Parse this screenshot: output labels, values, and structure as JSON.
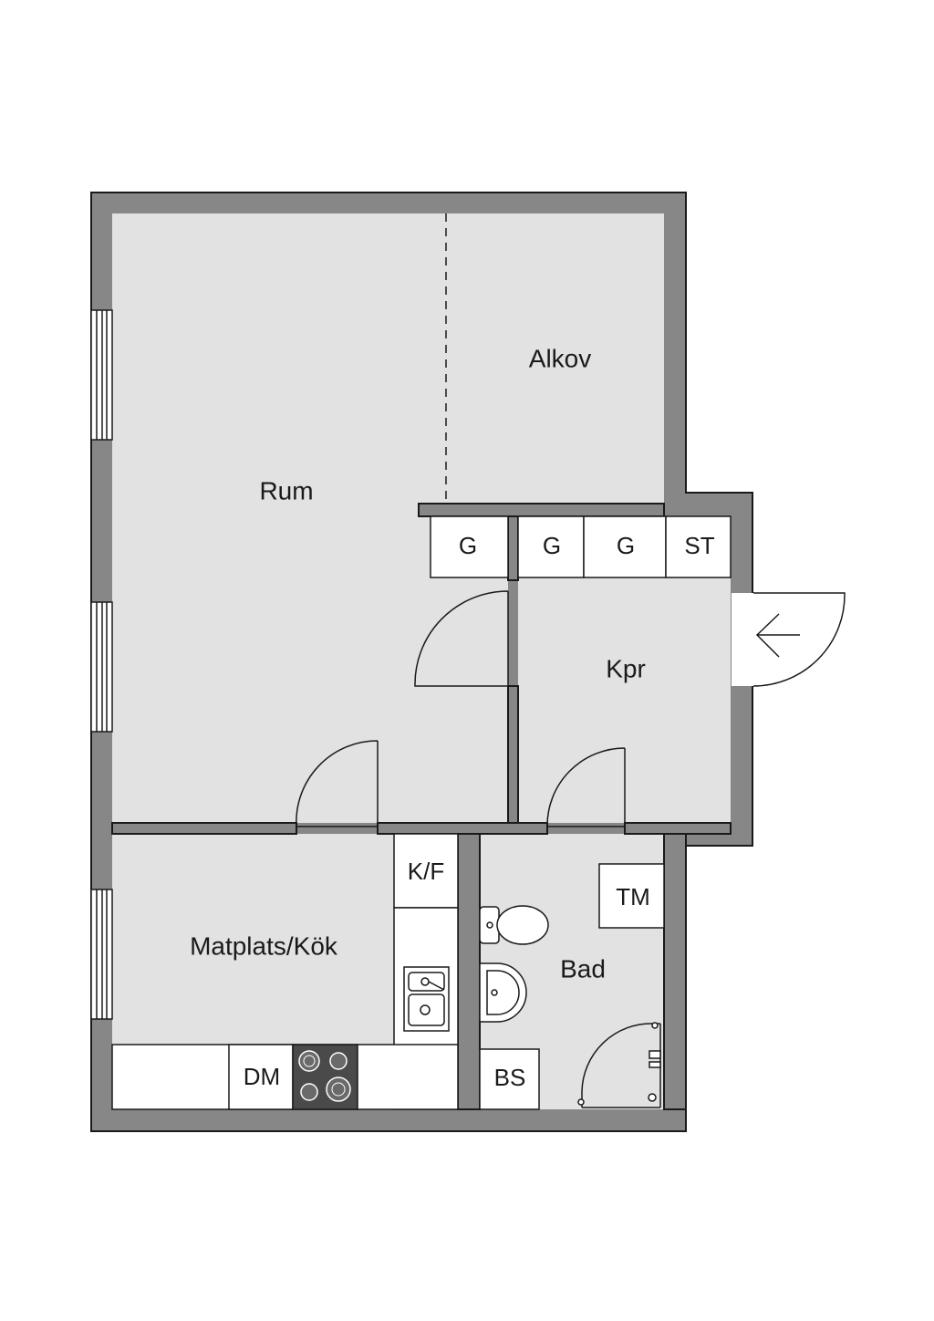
{
  "rooms": {
    "rum": "Rum",
    "alkov": "Alkov",
    "kpr": "Kpr",
    "matplats_kok": "Matplats/Kök",
    "bad": "Bad"
  },
  "fixtures": {
    "garderob_1": "G",
    "garderob_2": "G",
    "garderob_3": "G",
    "stadskap": "ST",
    "kyl_frys": "K/F",
    "diskmaskin": "DM",
    "tvattmaskin": "TM",
    "badrumsskap": "BS"
  },
  "colors": {
    "wall": "#878787",
    "floor": "#e2e2e2",
    "line": "#1a1a1a",
    "cabinet": "#ffffff",
    "stove": "#4a4a4a"
  }
}
